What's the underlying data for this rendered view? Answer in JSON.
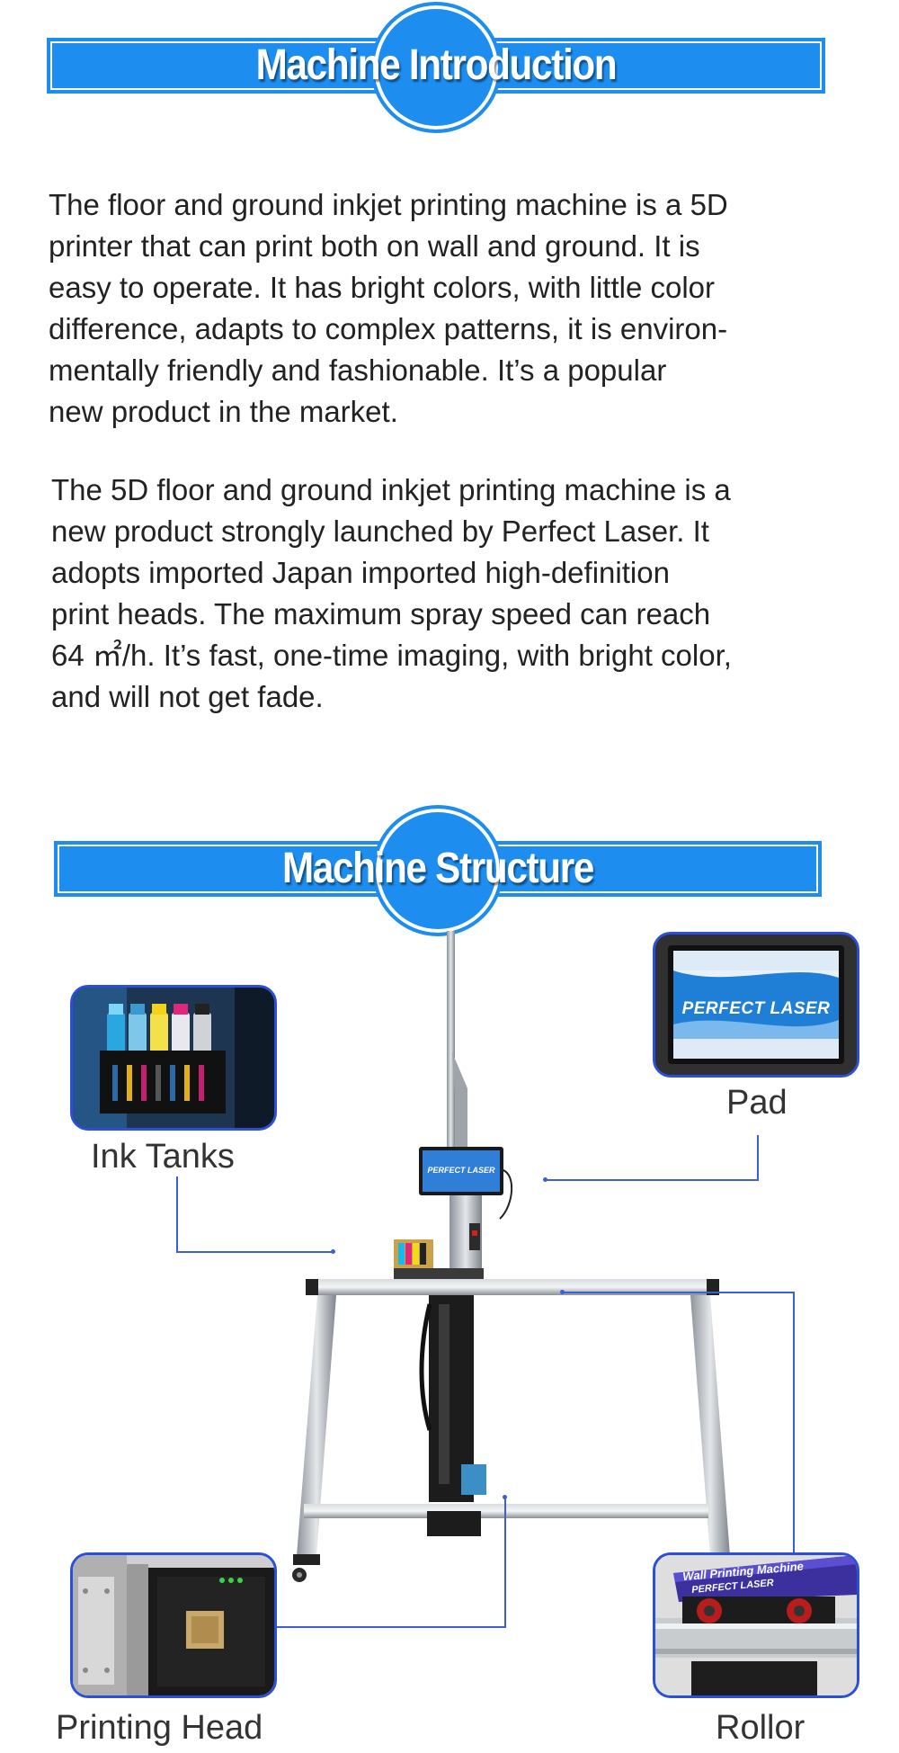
{
  "intro": {
    "heading": "Machine Introduction",
    "para1": [
      "The floor and ground inkjet printing machine is a 5D",
      "printer that can print both on wall and ground. It is",
      "easy to operate. It has bright colors, with little color",
      "difference, adapts to complex patterns, it is environ-",
      "mentally friendly and fashionable. It’s a popular",
      "new product in the market."
    ],
    "para2": [
      "The 5D floor and ground inkjet printing machine is a",
      "new product strongly launched by Perfect Laser. It",
      "adopts imported Japan imported  high-definition",
      "print heads. The maximum spray speed can reach",
      "64 ㎡/h. It’s fast, one-time imaging, with bright color,",
      "and will not get fade."
    ]
  },
  "structure": {
    "heading": "Machine Structure",
    "brand_logo": "PERFECT LASER",
    "parts": {
      "ink_tanks": "Ink Tanks",
      "pad": "Pad",
      "printing_head": "Printing Head",
      "rollor": "Rollor"
    },
    "rollor_badge": "Wall Printing Machine"
  },
  "colors": {
    "banner_blue": "#1d8ef0",
    "leader_line": "#3d5fd6",
    "thumb_border": "#2b4fd8"
  }
}
